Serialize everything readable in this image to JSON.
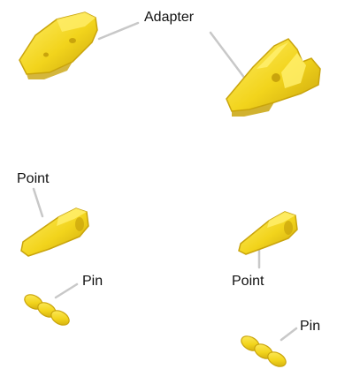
{
  "labels": {
    "adapter": "Adapter",
    "point_left": "Point",
    "point_right": "Point",
    "pin_left": "Pin",
    "pin_right": "Pin"
  },
  "parts": {
    "adapter_small": "adapter-part",
    "adapter_large": "adapter-part",
    "point_left": "point-part",
    "point_right": "point-part",
    "pin_left": "pin-part",
    "pin_right": "pin-part"
  },
  "colors": {
    "part_fill": "#F2D41C",
    "part_highlight": "#FFEE6A",
    "part_shadow": "#C9A40C",
    "leader_line": "#C8C8C8",
    "label_text": "#111111"
  }
}
